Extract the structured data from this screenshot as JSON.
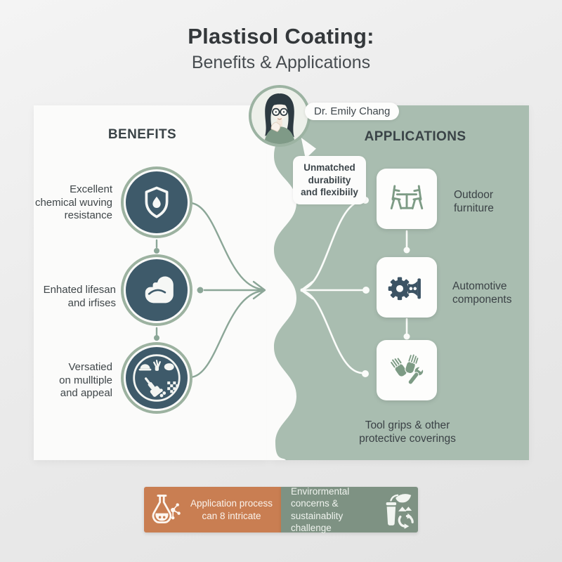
{
  "title": {
    "main": "Plastisol Coating:",
    "subtitle": "Benefits & Applications"
  },
  "expert": {
    "name": "Dr. Emily Chang",
    "speech": "Unmatched\ndurability\nand flexibiily",
    "avatar_icon": "expert-avatar-illustration"
  },
  "benefits": {
    "header": "BENEFITS",
    "items": [
      {
        "label": "Excellent\nchemical wuving\nresistance",
        "icon": "shield-droplet-icon"
      },
      {
        "label": "Enhated lifesan\nand irfises",
        "icon": "flex-arm-icon"
      },
      {
        "label": "Versatied\non mulltiple\nand appeal",
        "icon": "versatile-tools-icon"
      }
    ]
  },
  "applications": {
    "header": "APPLICATIONS",
    "items": [
      {
        "label": "Outdoor\nfurniture",
        "icon": "outdoor-furniture-icon"
      },
      {
        "label": "Automotive\ncomponents",
        "icon": "gear-piston-icon"
      },
      {
        "label": "Tool grips & other\nprotective coverings",
        "icon": "gloves-wrench-icon"
      }
    ]
  },
  "drawbacks": [
    {
      "label": "Application process\ncan 8 intricate",
      "icon": "flask-molecule-icon",
      "color": "#c97e52"
    },
    {
      "label": "Envirormental\nconcerns &\nsustainablity challenge",
      "icon": "factory-leaf-recycle-icon",
      "color": "#7e9283"
    }
  ],
  "colors": {
    "background": "#e9e9e9",
    "panel_left": "#fbfbfa",
    "panel_right": "#a9bdb0",
    "accent_dark_slate": "#3e5a6a",
    "accent_sage_ring": "#9cb2a0",
    "connector_sage": "#8ba697",
    "icon_green": "#7d9b85",
    "drawback_orange": "#c97e52",
    "drawback_green": "#7e9283",
    "text_dark": "#3a4347"
  }
}
